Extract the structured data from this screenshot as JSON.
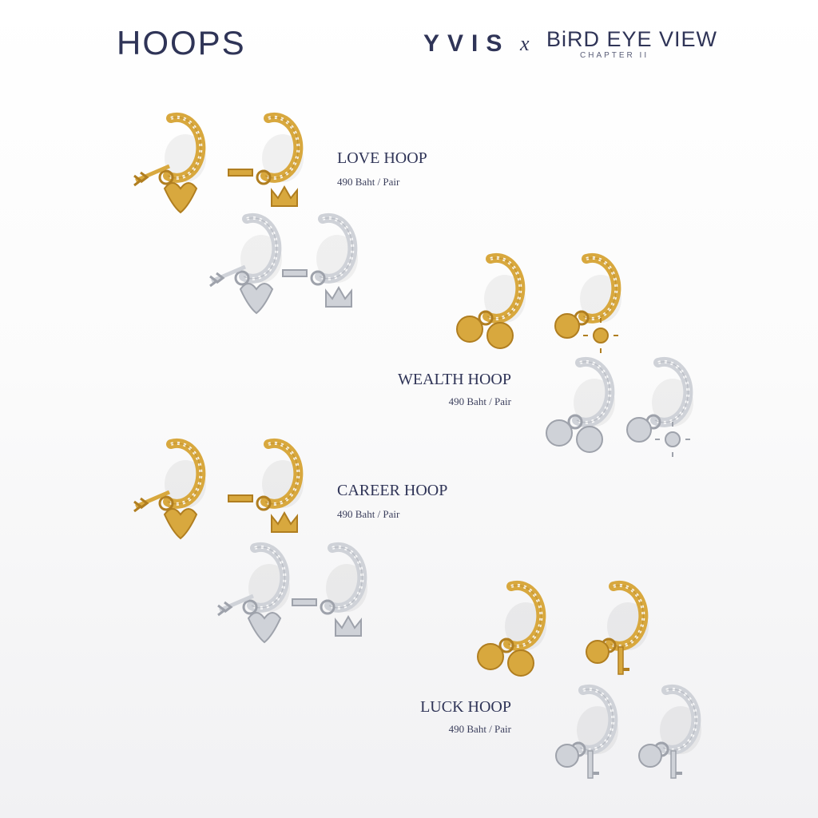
{
  "header": {
    "title": "HOOPS",
    "brand": "YVIS",
    "collab_symbol": "x",
    "partner": "BiRD EYE VIEW",
    "chapter": "CHAPTER II"
  },
  "products": [
    {
      "name": "LOVE HOOP",
      "price": "490 Baht / Pair"
    },
    {
      "name": "WEALTH HOOP",
      "price": "490 Baht / Pair"
    },
    {
      "name": "CAREER HOOP",
      "price": "490 Baht / Pair"
    },
    {
      "name": "LUCK HOOP",
      "price": "490 Baht / Pair"
    }
  ],
  "colors": {
    "gold": "#d8a83e",
    "gold_dark": "#b07e20",
    "silver": "#cfd2d8",
    "silver_dark": "#9ea2ab",
    "text": "#2f3457"
  }
}
